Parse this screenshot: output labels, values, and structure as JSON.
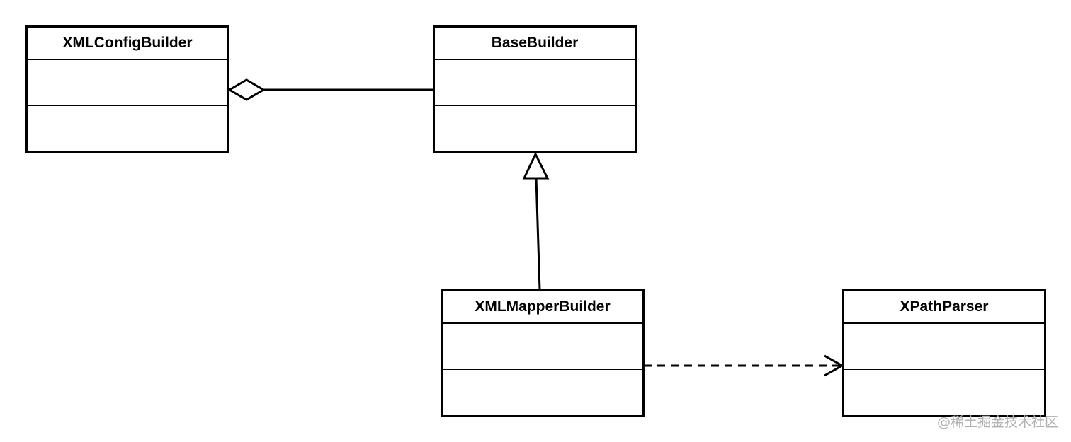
{
  "classes": {
    "xml_config_builder": {
      "name": "XMLConfigBuilder"
    },
    "base_builder": {
      "name": "BaseBuilder"
    },
    "xml_mapper_builder": {
      "name": "XMLMapperBuilder"
    },
    "xpath_parser": {
      "name": "XPathParser"
    }
  },
  "relations": [
    {
      "type": "aggregation",
      "from": "XMLConfigBuilder",
      "to": "BaseBuilder"
    },
    {
      "type": "generalization",
      "from": "XMLMapperBuilder",
      "to": "BaseBuilder"
    },
    {
      "type": "dependency",
      "from": "XMLMapperBuilder",
      "to": "XPathParser"
    }
  ],
  "watermark": "@稀土掘金技术社区",
  "colors": {
    "stroke": "#000000",
    "background": "#ffffff",
    "watermark": "#b0b0b0"
  }
}
